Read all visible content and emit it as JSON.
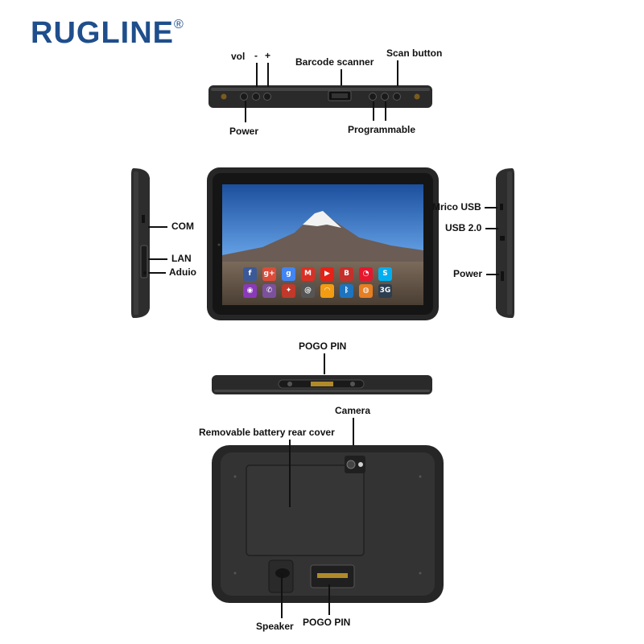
{
  "brand": {
    "name": "RUGLINE",
    "mark": "®",
    "color": "#1f4e8c"
  },
  "labels": {
    "vol": "vol",
    "minus": "-",
    "plus": "+",
    "barcode_scanner": "Barcode scanner",
    "scan_button": "Scan button",
    "power_top": "Power",
    "programmable": "Programmable",
    "com": "COM",
    "lan": "LAN",
    "audio": "Aduio",
    "micro_usb": "Mrico USB",
    "usb20": "USB 2.0",
    "power_side": "Power",
    "pogo_pin_bottom_edge": "POGO PIN",
    "camera": "Camera",
    "battery_cover": "Removable battery rear cover",
    "speaker": "Speaker",
    "pogo_pin_rear": "POGO PIN"
  },
  "apps": [
    {
      "glyph": "f",
      "color": "#3b5998",
      "icon": "facebook-icon"
    },
    {
      "glyph": "g+",
      "color": "#dd4b39",
      "icon": "google-plus-icon"
    },
    {
      "glyph": "g",
      "color": "#4285f4",
      "icon": "google-icon"
    },
    {
      "glyph": "M",
      "color": "#d93025",
      "icon": "gmail-icon"
    },
    {
      "glyph": "▶",
      "color": "#e62117",
      "icon": "youtube-icon"
    },
    {
      "glyph": "B",
      "color": "#c4302b",
      "icon": "blogger-icon"
    },
    {
      "glyph": "◔",
      "color": "#e6162d",
      "icon": "weibo-icon"
    },
    {
      "glyph": "S",
      "color": "#00aff0",
      "icon": "skype-icon"
    },
    {
      "glyph": "◉",
      "color": "#8a3ab9",
      "icon": "instagram-icon"
    },
    {
      "glyph": "✆",
      "color": "#7b519d",
      "icon": "viber-icon"
    },
    {
      "glyph": "✦",
      "color": "#c0392b",
      "icon": "angry-birds-icon"
    },
    {
      "glyph": "@",
      "color": "#555555",
      "icon": "swirl-icon"
    },
    {
      "glyph": "◠",
      "color": "#f39c12",
      "icon": "wifi-icon"
    },
    {
      "glyph": "ᛒ",
      "color": "#1e73be",
      "icon": "bluetooth-icon"
    },
    {
      "glyph": "◍",
      "color": "#e67e22",
      "icon": "rss-icon"
    },
    {
      "glyph": "3G",
      "color": "#2c3e50",
      "icon": "3g-icon"
    }
  ]
}
